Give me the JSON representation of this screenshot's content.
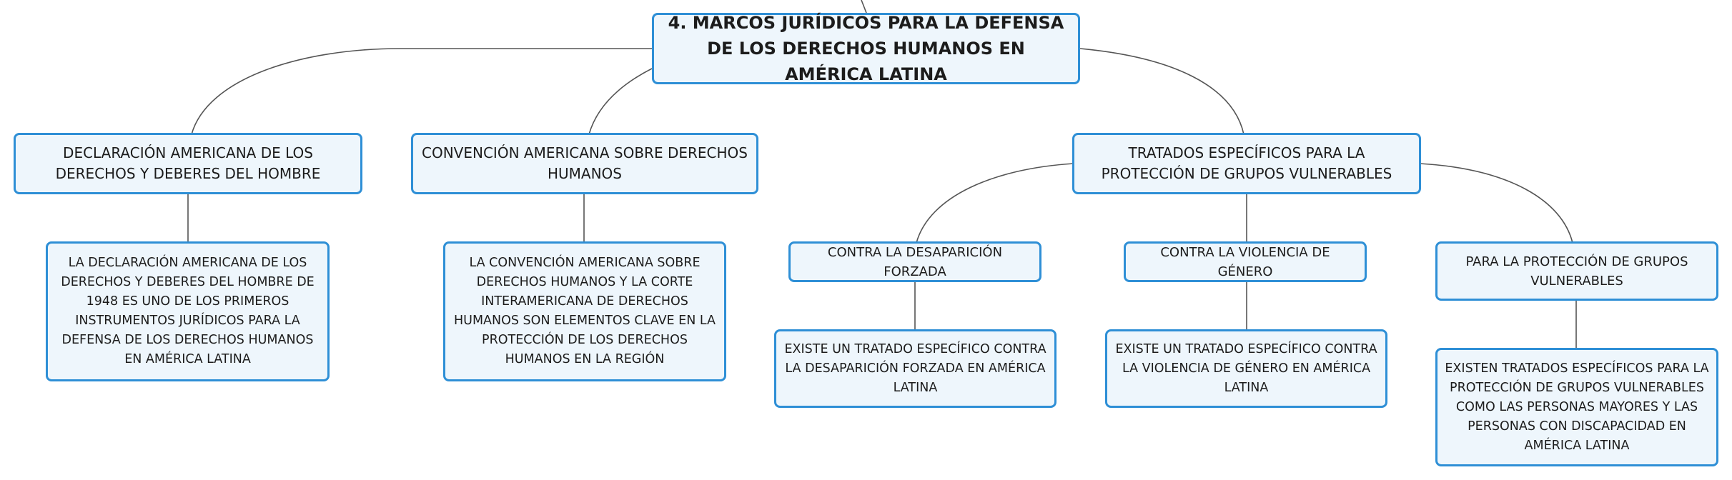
{
  "diagram": {
    "root": "4. MARCOS JURÍDICOS PARA LA DEFENSA DE LOS DERECHOS HUMANOS EN AMÉRICA LATINA",
    "branches": [
      {
        "label": "DECLARACIÓN AMERICANA DE LOS DERECHOS Y DEBERES DEL HOMBRE",
        "detail": "LA DECLARACIÓN AMERICANA DE LOS DERECHOS Y DEBERES DEL HOMBRE DE 1948 ES UNO DE LOS PRIMEROS INSTRUMENTOS JURÍDICOS PARA LA DEFENSA DE LOS DERECHOS HUMANOS EN AMÉRICA LATINA"
      },
      {
        "label": "CONVENCIÓN AMERICANA SOBRE DERECHOS HUMANOS",
        "detail": "LA CONVENCIÓN AMERICANA SOBRE DERECHOS HUMANOS Y LA CORTE INTERAMERICANA DE DERECHOS HUMANOS SON ELEMENTOS CLAVE EN LA PROTECCIÓN DE LOS DERECHOS HUMANOS EN LA REGIÓN"
      },
      {
        "label": "TRATADOS ESPECÍFICOS PARA LA PROTECCIÓN DE GRUPOS VULNERABLES",
        "subtopics": [
          {
            "label": "CONTRA LA DESAPARICIÓN FORZADA",
            "detail": "EXISTE UN TRATADO ESPECÍFICO CONTRA LA DESAPARICIÓN FORZADA EN AMÉRICA LATINA"
          },
          {
            "label": "CONTRA LA VIOLENCIA DE GÉNERO",
            "detail": "EXISTE UN TRATADO ESPECÍFICO CONTRA LA VIOLENCIA DE GÉNERO EN AMÉRICA LATINA"
          },
          {
            "label": "PARA LA PROTECCIÓN DE GRUPOS VULNERABLES",
            "detail": "EXISTEN TRATADOS ESPECÍFICOS PARA LA PROTECCIÓN DE GRUPOS VULNERABLES COMO LAS PERSONAS MAYORES Y LAS PERSONAS CON DISCAPACIDAD EN AMÉRICA LATINA"
          }
        ]
      }
    ]
  },
  "colors": {
    "node_border": "#2e8fd6",
    "node_fill": "#eef6fc",
    "connector": "#555555",
    "text": "#1c1c1c"
  }
}
